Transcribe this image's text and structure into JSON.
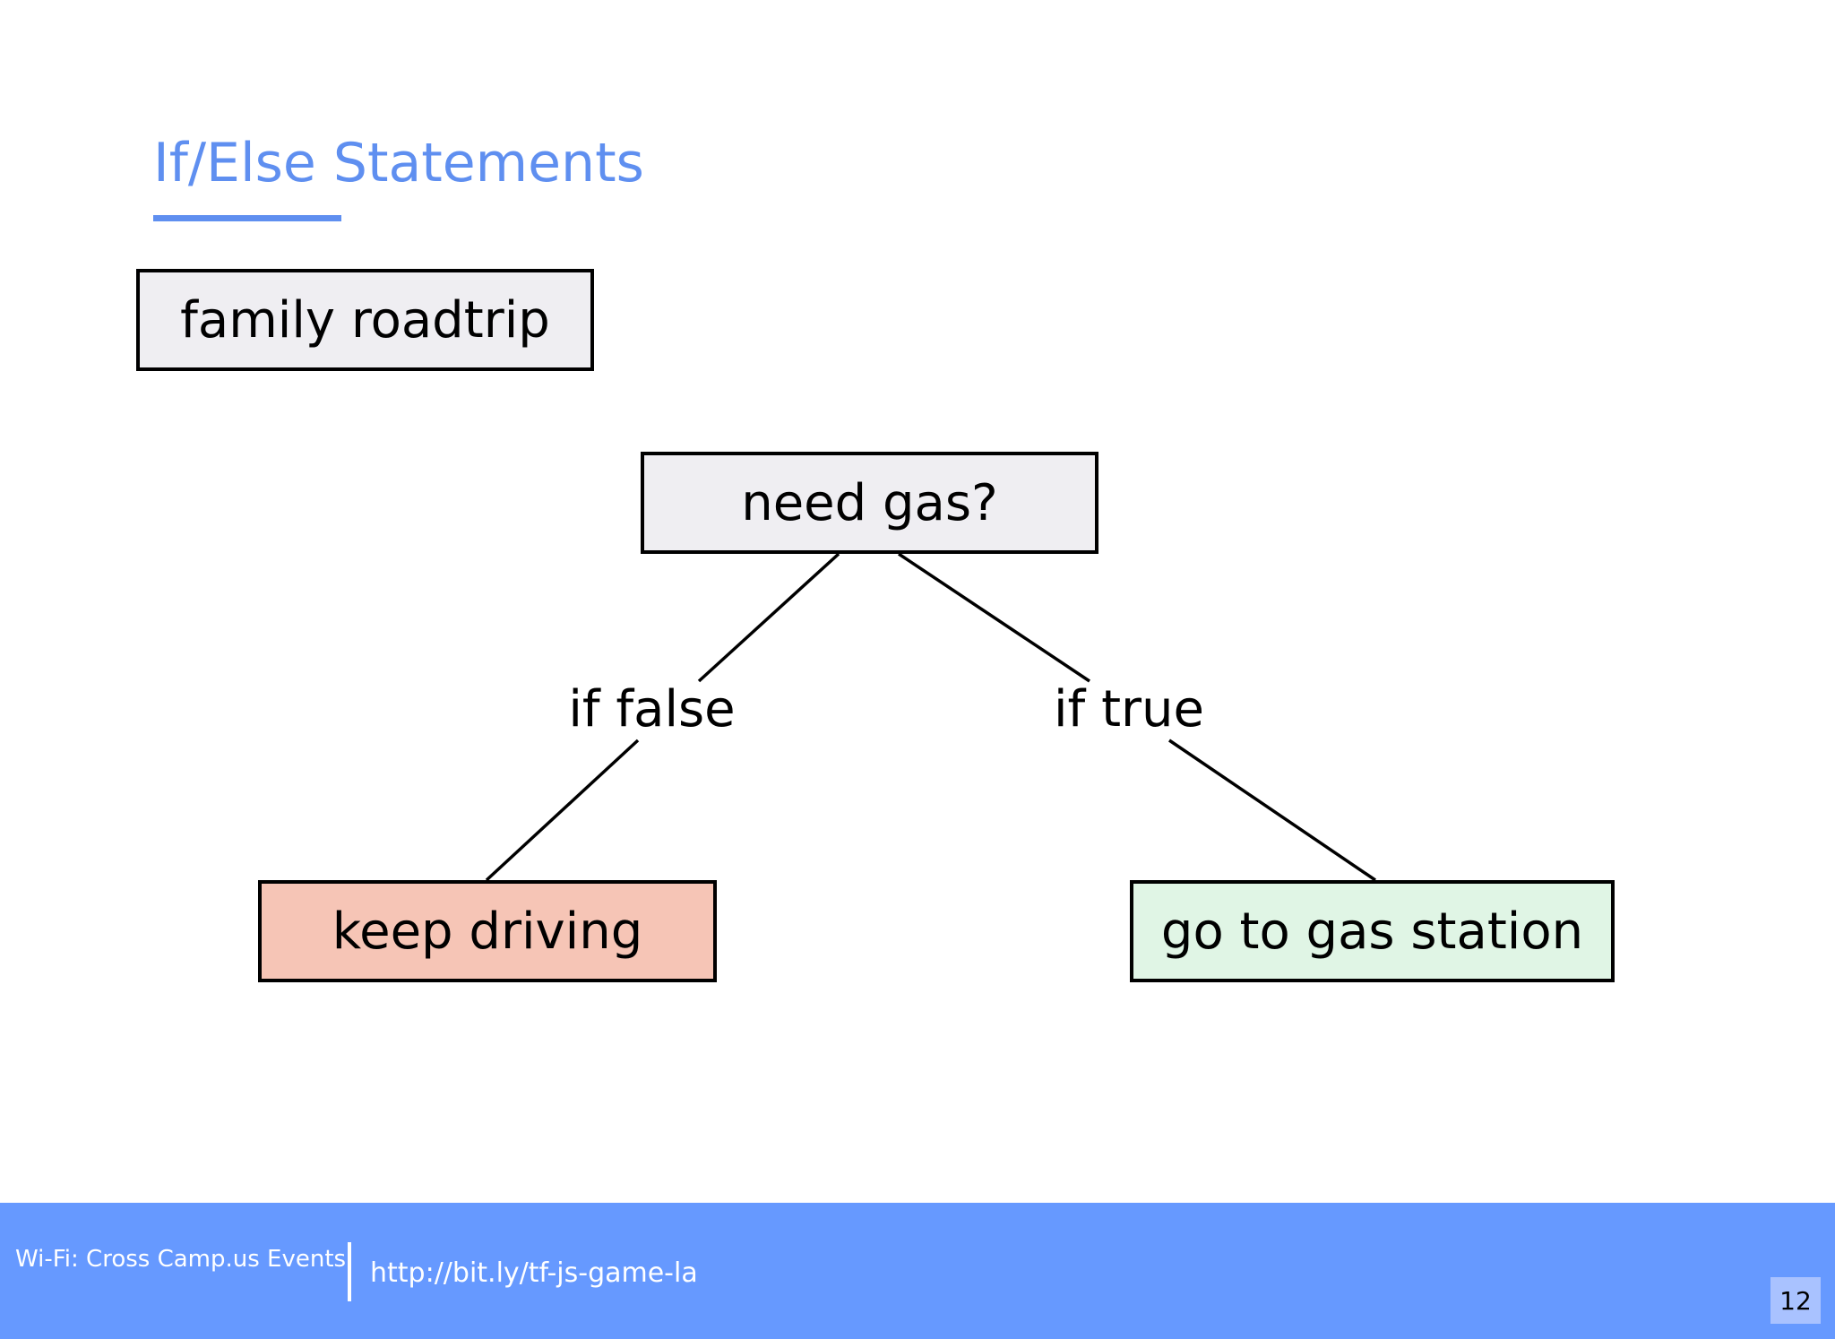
{
  "slide": {
    "title": "If/Else Statements",
    "colors": {
      "accent": "#5f8ff0",
      "footer": "#6699ff",
      "page_number_bg": "#a9c2ff"
    }
  },
  "diagram": {
    "nodes": {
      "roadtrip": {
        "label": "family roadtrip",
        "color": "#efeef2"
      },
      "condition": {
        "label": "need gas?",
        "color": "#efeef2"
      },
      "false_branch": {
        "label": "keep driving",
        "color": "#f6c5b6"
      },
      "true_branch": {
        "label": "go to gas station",
        "color": "#e0f5e5"
      }
    },
    "edges": {
      "false_label": "if false",
      "true_label": "if true"
    }
  },
  "footer": {
    "wifi": "Wi-Fi: Cross Camp.us Events",
    "url": "http://bit.ly/tf-js-game-la",
    "page_number": "12"
  }
}
